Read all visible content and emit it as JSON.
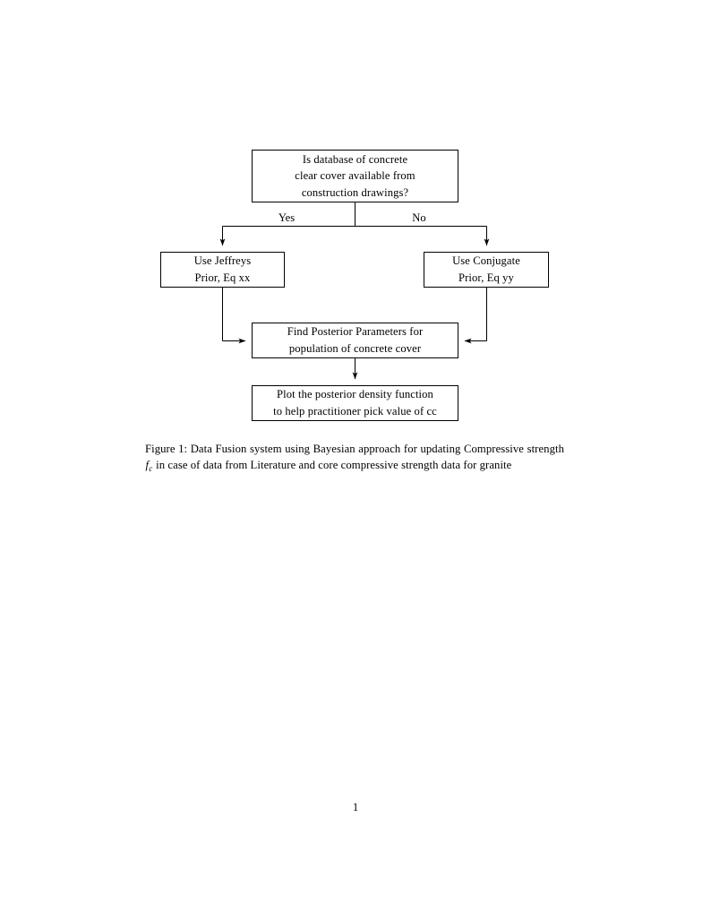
{
  "document": {
    "page_number": "1",
    "background_color": "#ffffff",
    "ink_color": "#000000"
  },
  "figure": {
    "type": "flowchart",
    "nodes": [
      {
        "id": "decision",
        "shape": "rectangle",
        "role": "decision",
        "lines": [
          "Is database of concrete",
          "clear cover available from",
          "construction drawings?"
        ]
      },
      {
        "id": "jeffreys",
        "shape": "rectangle",
        "role": "process",
        "lines": [
          "Use Jeffreys",
          "Prior, Eq xx"
        ]
      },
      {
        "id": "conjugate",
        "shape": "rectangle",
        "role": "process",
        "lines": [
          "Use Conjugate",
          "Prior, Eq yy"
        ]
      },
      {
        "id": "posterior",
        "shape": "rectangle",
        "role": "process",
        "lines": [
          "Find Posterior Parameters for",
          "population of concrete cover"
        ]
      },
      {
        "id": "plot",
        "shape": "rectangle",
        "role": "process",
        "lines": [
          "Plot the posterior density function",
          "to help practitioner pick value of cc"
        ]
      }
    ],
    "edge_labels": {
      "yes": "Yes",
      "no": "No"
    },
    "edges": [
      {
        "from": "decision",
        "to": "jeffreys",
        "label": "Yes"
      },
      {
        "from": "decision",
        "to": "conjugate",
        "label": "No"
      },
      {
        "from": "jeffreys",
        "to": "posterior",
        "label": ""
      },
      {
        "from": "conjugate",
        "to": "posterior",
        "label": ""
      },
      {
        "from": "posterior",
        "to": "plot",
        "label": ""
      }
    ]
  },
  "caption": {
    "label": "Figure 1:",
    "text_before_symbol": " Data Fusion system using Bayesian approach for updating Compressive strength ",
    "symbol_base": "f",
    "symbol_sub": "c",
    "text_after_symbol": " in case of data from Literature and core compressive strength data for granite"
  }
}
